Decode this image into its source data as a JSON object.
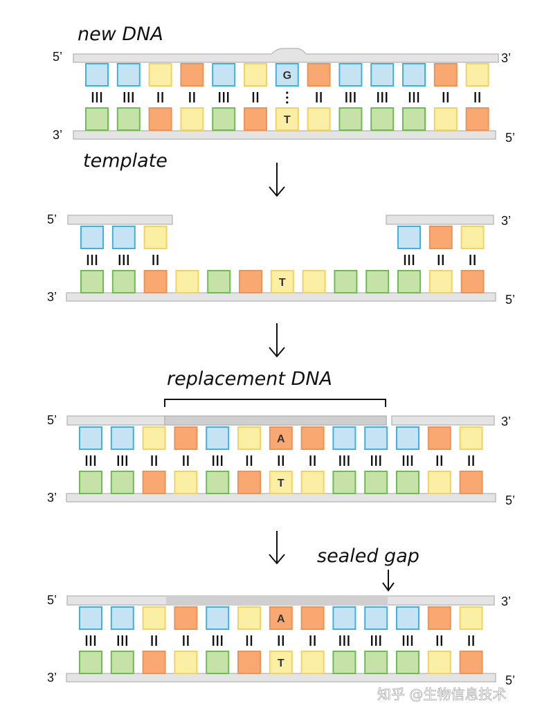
{
  "labels": {
    "new_dna": "new DNA",
    "template": "template",
    "replacement_dna": "replacement DNA",
    "sealed_gap": "sealed gap",
    "watermark": "知乎 @生物信息技术"
  },
  "ends": {
    "five_prime": "5’",
    "three_prime": "3’"
  },
  "colors": {
    "C": "#c5e3f2",
    "G": "#f8a870",
    "A": "#f8a870",
    "T": "#fbeea5",
    "g": "#c6e2a8",
    "C_stroke": "#3eb2dc",
    "G_stroke": "#ea9557",
    "T_stroke": "#f2d260",
    "g_stroke": "#6cbd4f",
    "backbone": "#e4e4e4",
    "backbone_dark": "#cfcfcf"
  },
  "panels": [
    {
      "name": "mismatch",
      "top": [
        "C",
        "C",
        "Y",
        "O",
        "C",
        "Y",
        "C",
        "O",
        "C",
        "C",
        "C",
        "O",
        "Y"
      ],
      "top_letters": [
        "",
        "",
        "",
        "",
        "",
        "",
        "G",
        "",
        "",
        "",
        "",
        "",
        ""
      ],
      "bonds": [
        "III",
        "III",
        "II",
        "II",
        "III",
        "II",
        ":",
        "II",
        "III",
        "III",
        "III",
        "II",
        "II"
      ],
      "bottom": [
        "G",
        "G",
        "O",
        "Y",
        "G",
        "O",
        "Y",
        "Y",
        "G",
        "G",
        "G",
        "Y",
        "O"
      ],
      "bottom_letters": [
        "",
        "",
        "",
        "",
        "",
        "",
        "T",
        "",
        "",
        "",
        "",
        "",
        ""
      ]
    },
    {
      "name": "excised",
      "top": [
        "C",
        "C",
        "Y",
        "",
        "",
        "",
        "",
        "",
        "",
        "",
        "C",
        "O",
        "Y"
      ],
      "top_letters": [
        "",
        "",
        "",
        "",
        "",
        "",
        "",
        "",
        "",
        "",
        "",
        "",
        ""
      ],
      "bonds": [
        "III",
        "III",
        "II",
        "",
        "",
        "",
        "",
        "",
        "",
        "",
        "III",
        "II",
        "II"
      ],
      "bottom": [
        "G",
        "G",
        "O",
        "Y",
        "G",
        "O",
        "Y",
        "Y",
        "G",
        "G",
        "G",
        "Y",
        "O"
      ],
      "bottom_letters": [
        "",
        "",
        "",
        "",
        "",
        "",
        "T",
        "",
        "",
        "",
        "",
        "",
        ""
      ]
    },
    {
      "name": "replaced",
      "top": [
        "C",
        "C",
        "Y",
        "O",
        "C",
        "Y",
        "O",
        "O",
        "C",
        "C",
        "C",
        "O",
        "Y"
      ],
      "top_letters": [
        "",
        "",
        "",
        "",
        "",
        "",
        "A",
        "",
        "",
        "",
        "",
        "",
        ""
      ],
      "bonds": [
        "III",
        "III",
        "II",
        "II",
        "III",
        "II",
        "II",
        "II",
        "III",
        "III",
        "III",
        "II",
        "II"
      ],
      "bottom": [
        "G",
        "G",
        "O",
        "Y",
        "G",
        "O",
        "Y",
        "Y",
        "G",
        "G",
        "G",
        "Y",
        "O"
      ],
      "bottom_letters": [
        "",
        "",
        "",
        "",
        "",
        "",
        "T",
        "",
        "",
        "",
        "",
        "",
        ""
      ]
    },
    {
      "name": "sealed",
      "top": [
        "C",
        "C",
        "Y",
        "O",
        "C",
        "Y",
        "O",
        "O",
        "C",
        "C",
        "C",
        "O",
        "Y"
      ],
      "top_letters": [
        "",
        "",
        "",
        "",
        "",
        "",
        "A",
        "",
        "",
        "",
        "",
        "",
        ""
      ],
      "bonds": [
        "III",
        "III",
        "II",
        "II",
        "III",
        "II",
        "II",
        "II",
        "III",
        "III",
        "III",
        "II",
        "II"
      ],
      "bottom": [
        "G",
        "G",
        "O",
        "Y",
        "G",
        "O",
        "Y",
        "Y",
        "G",
        "G",
        "G",
        "Y",
        "O"
      ],
      "bottom_letters": [
        "",
        "",
        "",
        "",
        "",
        "",
        "T",
        "",
        "",
        "",
        "",
        "",
        ""
      ]
    }
  ]
}
